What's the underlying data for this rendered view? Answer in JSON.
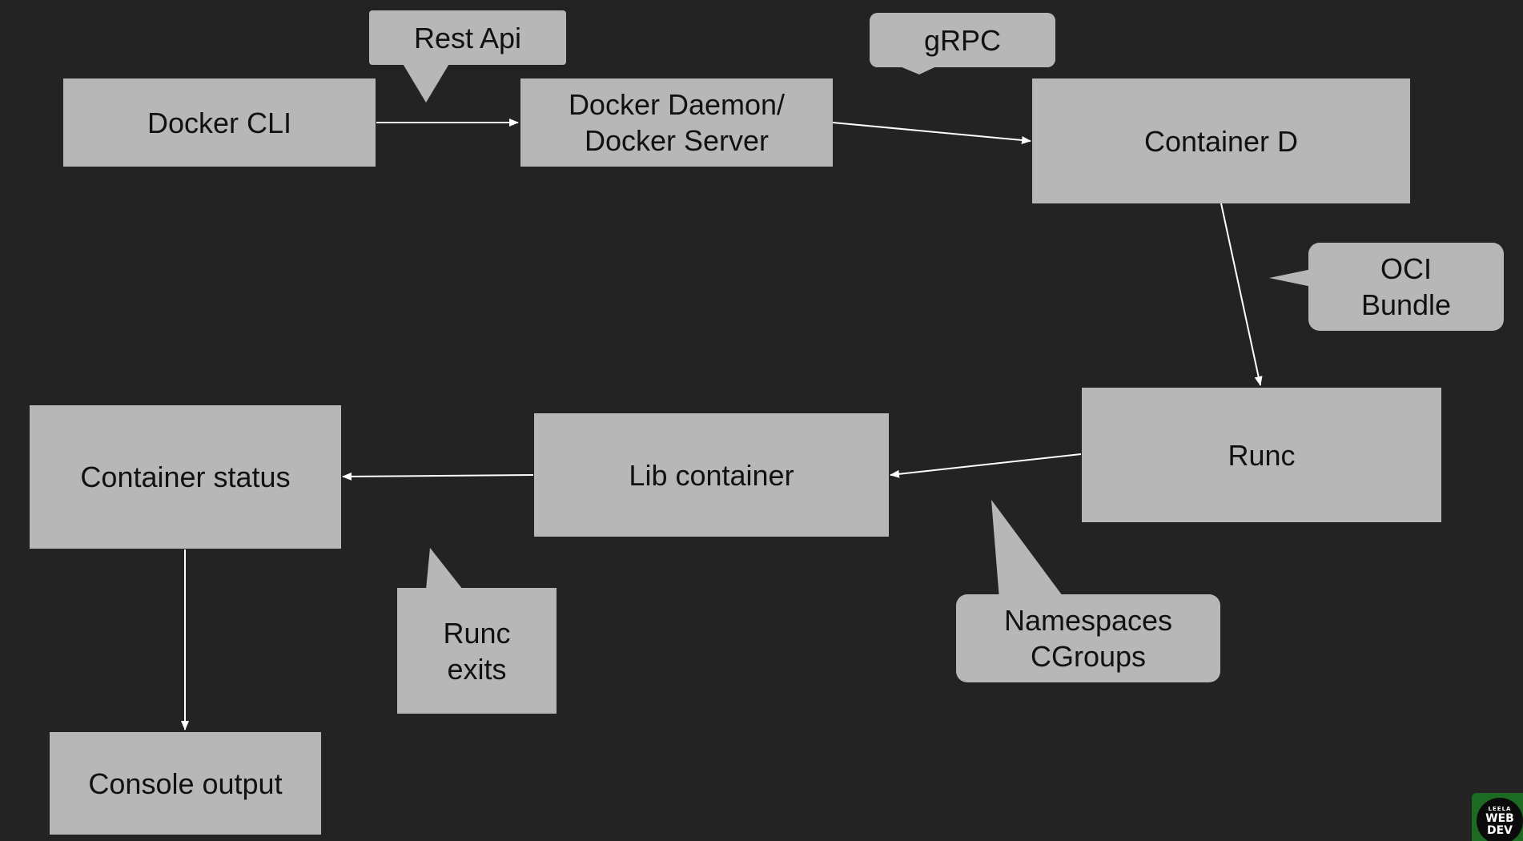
{
  "nodes": {
    "docker_cli": "Docker CLI",
    "docker_daemon": "Docker Daemon/\nDocker Server",
    "container_d": "Container D",
    "runc": "Runc",
    "lib_container": "Lib container",
    "container_status": "Container status",
    "console_output": "Console output"
  },
  "callouts": {
    "rest_api": "Rest Api",
    "grpc": "gRPC",
    "oci_bundle": "OCI\nBundle",
    "namespaces_cgroups": "Namespaces\nCGroups",
    "runc_exits": "Runc\nexits"
  },
  "logo": {
    "line1": "LEELA",
    "line2": "WEB",
    "line3": "DEV"
  },
  "colors": {
    "background": "#232323",
    "box": "#b7b7b7",
    "arrow": "#ffffff"
  }
}
